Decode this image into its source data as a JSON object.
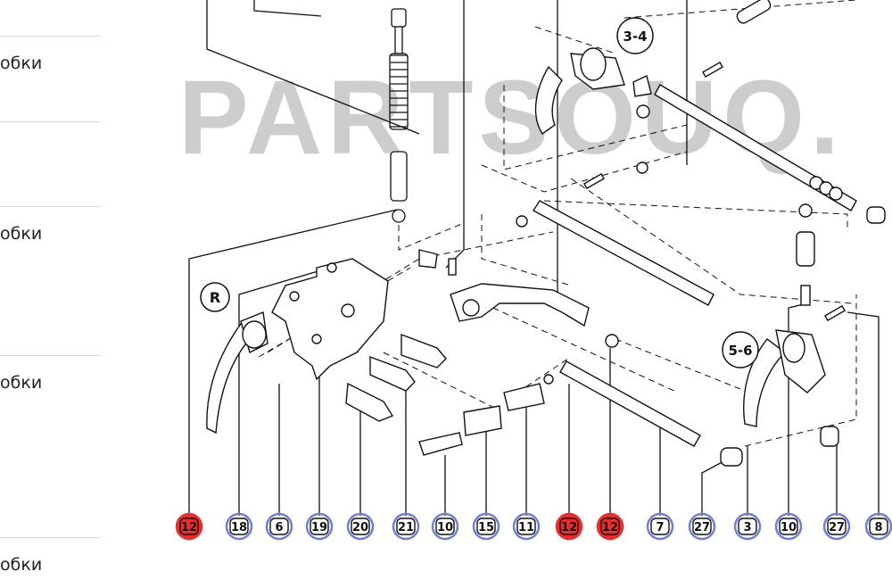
{
  "sidebar": {
    "items": [
      {
        "label": "обки"
      },
      {
        "label": "обки"
      },
      {
        "label": "обки"
      },
      {
        "label": "обки"
      }
    ]
  },
  "watermark": {
    "text": "PARTSOUQ."
  },
  "diagram": {
    "group_labels": [
      "3-4",
      "R",
      "5-6"
    ],
    "callouts": [
      {
        "label": "12",
        "highlighted": true
      },
      {
        "label": "18",
        "highlighted": false
      },
      {
        "label": "6",
        "highlighted": false
      },
      {
        "label": "19",
        "highlighted": false
      },
      {
        "label": "20",
        "highlighted": false
      },
      {
        "label": "21",
        "highlighted": false
      },
      {
        "label": "10",
        "highlighted": false
      },
      {
        "label": "15",
        "highlighted": false
      },
      {
        "label": "11",
        "highlighted": false
      },
      {
        "label": "12",
        "highlighted": true
      },
      {
        "label": "12",
        "highlighted": true
      },
      {
        "label": "7",
        "highlighted": false
      },
      {
        "label": "27",
        "highlighted": false
      },
      {
        "label": "3",
        "highlighted": false
      },
      {
        "label": "10",
        "highlighted": false
      },
      {
        "label": "27",
        "highlighted": false
      },
      {
        "label": "8",
        "highlighted": false
      }
    ]
  },
  "colors": {
    "highlight": "#ee2a2a",
    "callout_ring": "#6d7fd6",
    "line": "#111111",
    "watermark": "#bdbdbd"
  }
}
